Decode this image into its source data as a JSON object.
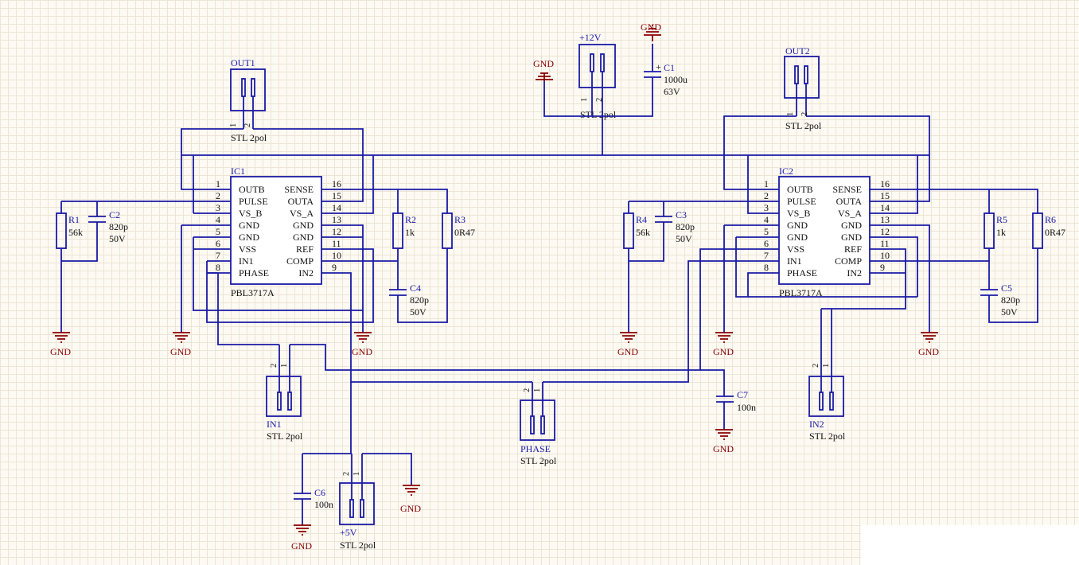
{
  "ics": [
    {
      "ref": "IC1",
      "part": "PBL3717A",
      "pins_left": [
        {
          "num": "1",
          "name": "OUTB"
        },
        {
          "num": "2",
          "name": "PULSE"
        },
        {
          "num": "3",
          "name": "VS_B"
        },
        {
          "num": "4",
          "name": "GND"
        },
        {
          "num": "5",
          "name": "GND"
        },
        {
          "num": "6",
          "name": "VSS"
        },
        {
          "num": "7",
          "name": "IN1"
        },
        {
          "num": "8",
          "name": "PHASE"
        }
      ],
      "pins_right": [
        {
          "num": "16",
          "name": "SENSE"
        },
        {
          "num": "15",
          "name": "OUTA"
        },
        {
          "num": "14",
          "name": "VS_A"
        },
        {
          "num": "13",
          "name": "GND"
        },
        {
          "num": "12",
          "name": "GND"
        },
        {
          "num": "11",
          "name": "REF"
        },
        {
          "num": "10",
          "name": "COMP"
        },
        {
          "num": "9",
          "name": "IN2"
        }
      ]
    },
    {
      "ref": "IC2",
      "part": "PBL3717A",
      "pins_left": [
        {
          "num": "1",
          "name": "OUTB"
        },
        {
          "num": "2",
          "name": "PULSE"
        },
        {
          "num": "3",
          "name": "VS_B"
        },
        {
          "num": "4",
          "name": "GND"
        },
        {
          "num": "5",
          "name": "GND"
        },
        {
          "num": "6",
          "name": "VSS"
        },
        {
          "num": "7",
          "name": "IN1"
        },
        {
          "num": "8",
          "name": "PHASE"
        }
      ],
      "pins_right": [
        {
          "num": "16",
          "name": "SENSE"
        },
        {
          "num": "15",
          "name": "OUTA"
        },
        {
          "num": "14",
          "name": "VS_A"
        },
        {
          "num": "13",
          "name": "GND"
        },
        {
          "num": "12",
          "name": "GND"
        },
        {
          "num": "11",
          "name": "REF"
        },
        {
          "num": "10",
          "name": "COMP"
        },
        {
          "num": "9",
          "name": "IN2"
        }
      ]
    }
  ],
  "connectors": {
    "out1": {
      "ref": "OUT1",
      "type": "STL 2pol",
      "pin1": "1",
      "pin2": "2"
    },
    "out2": {
      "ref": "OUT2",
      "type": "STL 2pol",
      "pin1": "1",
      "pin2": "2"
    },
    "v12": {
      "ref": "+12V",
      "type": "STL 2pol",
      "pin1": "1",
      "pin2": "2"
    },
    "in1": {
      "ref": "IN1",
      "type": "STL 2pol",
      "pin1": "1",
      "pin2": "2"
    },
    "in2": {
      "ref": "IN2",
      "type": "STL 2pol",
      "pin1": "1",
      "pin2": "2"
    },
    "phase": {
      "ref": "PHASE",
      "type": "STL 2pol",
      "pin1": "1",
      "pin2": "2"
    },
    "v5": {
      "ref": "+5V",
      "type": "STL 2pol",
      "pin1": "1",
      "pin2": "2"
    }
  },
  "resistors": {
    "r1": {
      "ref": "R1",
      "value": "56k"
    },
    "r2": {
      "ref": "R2",
      "value": "1k"
    },
    "r3": {
      "ref": "R3",
      "value": "0R47"
    },
    "r4": {
      "ref": "R4",
      "value": "56k"
    },
    "r5": {
      "ref": "R5",
      "value": "1k"
    },
    "r6": {
      "ref": "R6",
      "value": "0R47"
    }
  },
  "capacitors": {
    "c1": {
      "ref": "C1",
      "value": "1000u",
      "rating": "63V"
    },
    "c2": {
      "ref": "C2",
      "value": "820p",
      "rating": "50V"
    },
    "c3": {
      "ref": "C3",
      "value": "820p",
      "rating": "50V"
    },
    "c4": {
      "ref": "C4",
      "value": "820p",
      "rating": "50V"
    },
    "c5": {
      "ref": "C5",
      "value": "820p",
      "rating": "50V"
    },
    "c6": {
      "ref": "C6",
      "value": "100n"
    },
    "c7": {
      "ref": "C7",
      "value": "100n"
    }
  },
  "gnd_label": "GND",
  "colors": {
    "wire": "#1a1aa6",
    "power": "#8a0000",
    "text": "#111111",
    "grid": "#ece5d6"
  }
}
